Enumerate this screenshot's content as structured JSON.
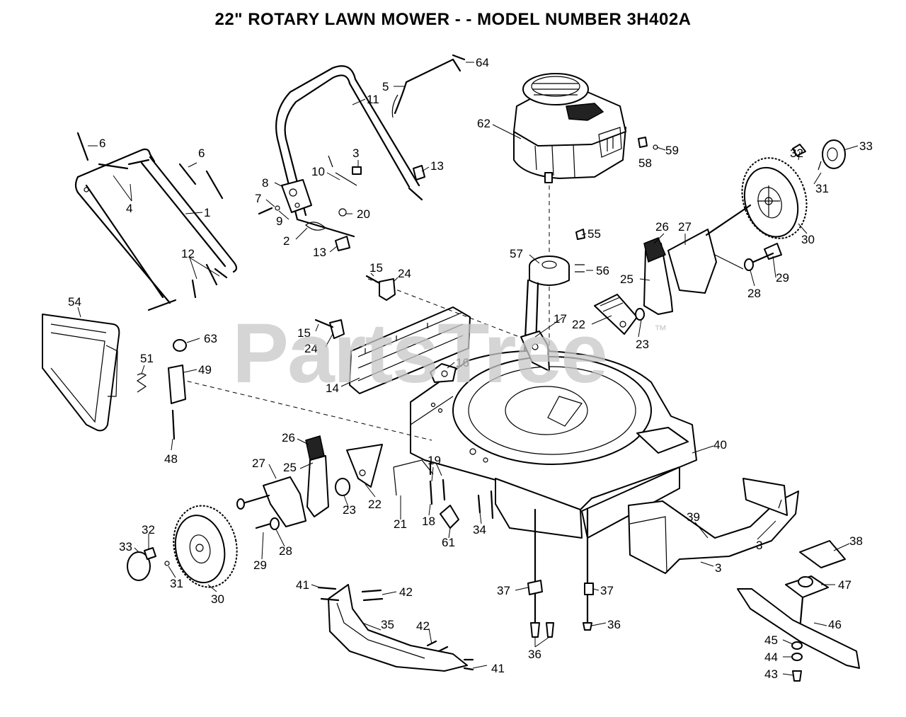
{
  "title": "22\" ROTARY LAWN MOWER  - - MODEL NUMBER 3H402A",
  "watermark": "PartsTree",
  "watermark_tm": "™",
  "callouts": {
    "c64": "64",
    "c5": "5",
    "c11": "11",
    "c62": "62",
    "c59": "59",
    "c58": "58",
    "c32a": "32",
    "c33a": "33",
    "c31a": "31",
    "c30a": "30",
    "c6a": "6",
    "c6b": "6",
    "c4": "4",
    "c1": "1",
    "c12": "12",
    "c3a": "3",
    "c13a": "13",
    "c10": "10",
    "c8": "8",
    "c7": "7",
    "c9": "9",
    "c20": "20",
    "c2": "2",
    "c13b": "13",
    "c55": "55",
    "c57": "57",
    "c56": "56",
    "c26a": "26",
    "c27a": "27",
    "c25a": "25",
    "c28a": "28",
    "c29a": "29",
    "c15a": "15",
    "c24a": "24",
    "c17": "17",
    "c22a": "22",
    "c23a": "23",
    "c15b": "15",
    "c24b": "24",
    "c54": "54",
    "c63": "63",
    "c51": "51",
    "c49": "49",
    "c16": "16",
    "c14": "14",
    "c48": "48",
    "c26b": "26",
    "c27b": "27",
    "c25b": "25",
    "c19": "19",
    "c22b": "22",
    "c23b": "23",
    "c21": "21",
    "c18": "18",
    "c34": "34",
    "c61": "61",
    "c40": "40",
    "c39": "39",
    "c3b": "3",
    "c3c": "3",
    "c38": "38",
    "c47": "47",
    "c32b": "32",
    "c33b": "33",
    "c31b": "31",
    "c30b": "30",
    "c29b": "29",
    "c28b": "28",
    "c41a": "41",
    "c42a": "42",
    "c35": "35",
    "c42b": "42",
    "c41b": "41",
    "c37a": "37",
    "c37b": "37",
    "c36a": "36",
    "c36b": "36",
    "c46": "46",
    "c45": "45",
    "c44": "44",
    "c43": "43"
  }
}
